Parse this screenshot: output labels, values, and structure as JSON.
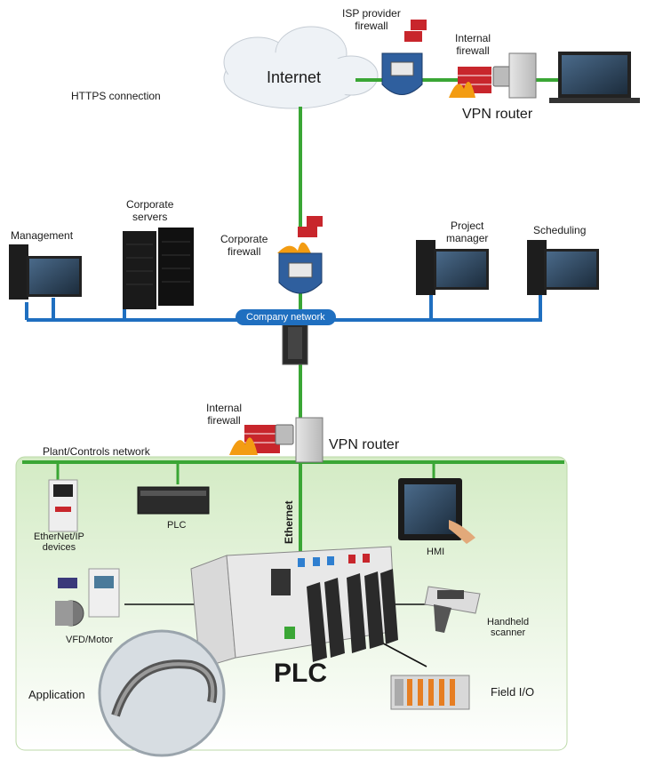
{
  "labels": {
    "internet": "Internet",
    "isp_firewall_l1": "ISP provider",
    "isp_firewall_l2": "firewall",
    "internal_firewall_top_l1": "Internal",
    "internal_firewall_top_l2": "firewall",
    "vpn_router_top": "VPN router",
    "https": "HTTPS connection",
    "management": "Management",
    "corporate_servers_l1": "Corporate",
    "corporate_servers_l2": "servers",
    "corporate_firewall_l1": "Corporate",
    "corporate_firewall_l2": "firewall",
    "project_manager_l1": "Project",
    "project_manager_l2": "manager",
    "scheduling": "Scheduling",
    "company_network": "Company network",
    "internal_firewall_bottom_l1": "Internal",
    "internal_firewall_bottom_l2": "firewall",
    "vpn_router_bottom": "VPN router",
    "plant_network": "Plant/Controls network",
    "ethernet": "Ethernet",
    "ethernetip_l1": "EtherNet/IP",
    "ethernetip_l2": "devices",
    "plc_small": "PLC",
    "hmi": "HMI",
    "vfd_motor": "VFD/Motor",
    "handheld_l1": "Handheld",
    "handheld_l2": "scanner",
    "application": "Application",
    "plc_main": "PLC",
    "field_io": "Field I/O"
  },
  "colors": {
    "network_green": "#3aa635",
    "company_blue": "#1f6fc0",
    "plant_band": "#e3f2d9",
    "firewall_red": "#c8262c",
    "shield_blue": "#2f5f9e"
  }
}
